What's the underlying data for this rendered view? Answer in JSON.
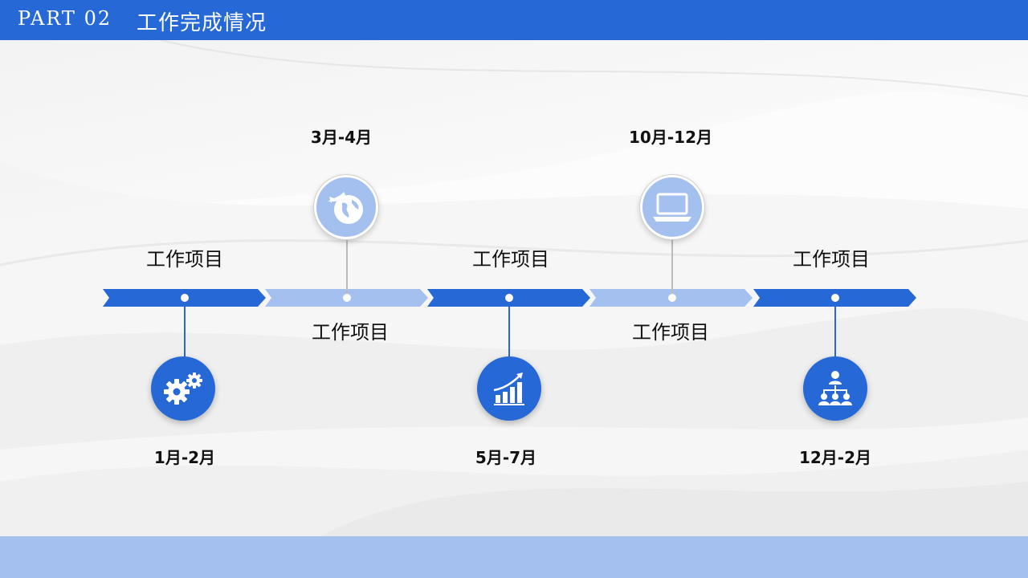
{
  "header": {
    "part": "PART 02",
    "title": "工作完成情况"
  },
  "timeline": {
    "items": [
      {
        "label": "工作项目",
        "date": "1月-2月",
        "icon": "gears-icon"
      },
      {
        "label": "工作项目",
        "date": "3月-4月",
        "icon": "globe-rocket-icon"
      },
      {
        "label": "工作项目",
        "date": "5月-7月",
        "icon": "growth-chart-icon"
      },
      {
        "label": "工作项目",
        "date": "10月-12月",
        "icon": "laptop-icon"
      },
      {
        "label": "工作项目",
        "date": "12月-2月",
        "icon": "org-chart-icon"
      }
    ]
  },
  "colors": {
    "primary": "#2568d6",
    "light": "#a3c0ee"
  }
}
